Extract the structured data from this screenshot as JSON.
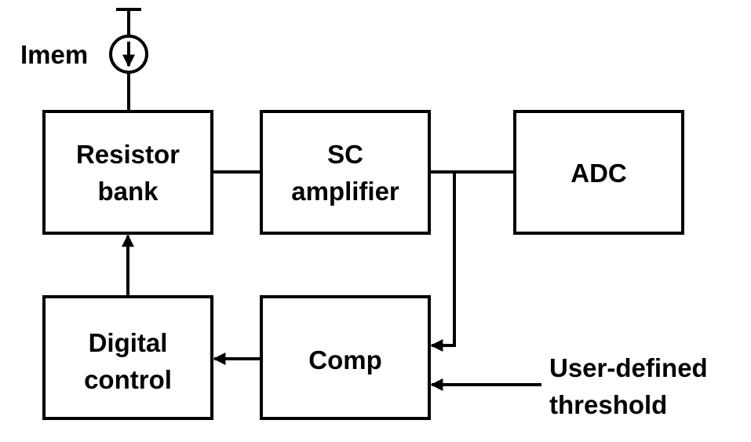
{
  "current_source": {
    "label": "Imem"
  },
  "blocks": {
    "resistor_bank": {
      "lines": [
        "Resistor",
        "bank"
      ]
    },
    "sc_amplifier": {
      "lines": [
        "SC",
        "amplifier"
      ]
    },
    "adc": {
      "lines": [
        "ADC"
      ]
    },
    "digital_control": {
      "lines": [
        "Digital",
        "control"
      ]
    },
    "comp": {
      "lines": [
        "Comp"
      ]
    }
  },
  "threshold_input": {
    "lines": [
      "User-defined",
      "threshold"
    ]
  }
}
